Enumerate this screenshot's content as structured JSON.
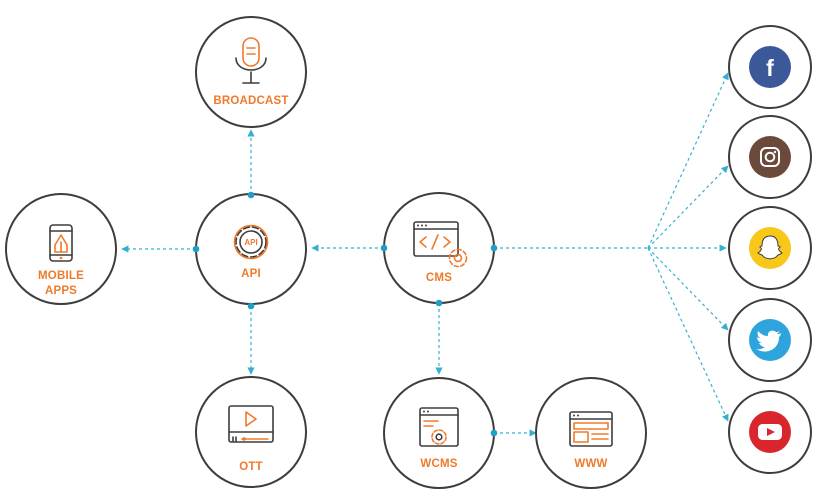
{
  "diagram": {
    "nodes": {
      "broadcast": "BROADCAST",
      "mobile_line1": "MOBILE",
      "mobile_line2": "APPS",
      "api": "API",
      "api_icon_text": "API",
      "cms": "CMS",
      "ott": "OTT",
      "wcms": "WCMS",
      "www": "WWW"
    },
    "social": [
      {
        "name": "facebook",
        "glyph": "f",
        "color": "#3b5998"
      },
      {
        "name": "instagram",
        "color": "#6b4a3c"
      },
      {
        "name": "snapchat",
        "color": "#f7c81a"
      },
      {
        "name": "twitter",
        "color": "#2ea4dc"
      },
      {
        "name": "youtube",
        "color": "#d9262e"
      }
    ]
  },
  "colors": {
    "accent": "#f07a2a",
    "connector": "#35b0d0",
    "ring": "#3d3d3d"
  }
}
